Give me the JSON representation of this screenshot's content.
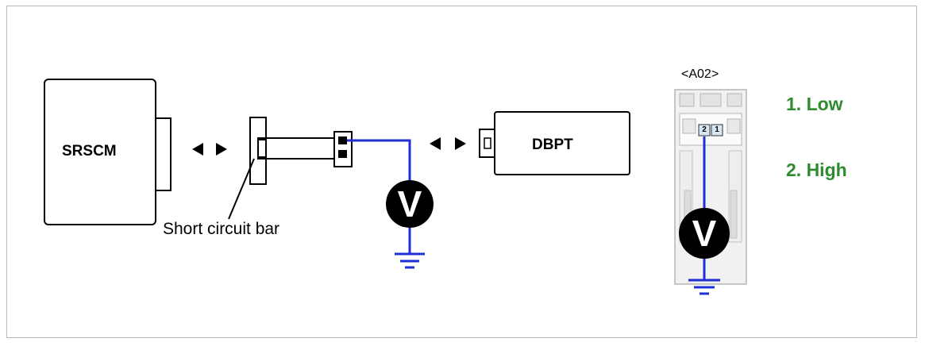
{
  "modules": {
    "srscm": "SRSCM",
    "dbpt": "DBPT"
  },
  "labels": {
    "short_circuit_bar": "Short circuit bar",
    "connector_id": "<A02>"
  },
  "meters": {
    "left_symbol": "V",
    "right_symbol": "V"
  },
  "connector_pins": {
    "pin_2": "2",
    "pin_1": "1"
  },
  "pin_legend": {
    "item_1": "1. Low",
    "item_2": "2. High",
    "color": "#2e8b2e"
  },
  "colors": {
    "probe_wire": "#1f2fd6",
    "outline": "#000000"
  }
}
